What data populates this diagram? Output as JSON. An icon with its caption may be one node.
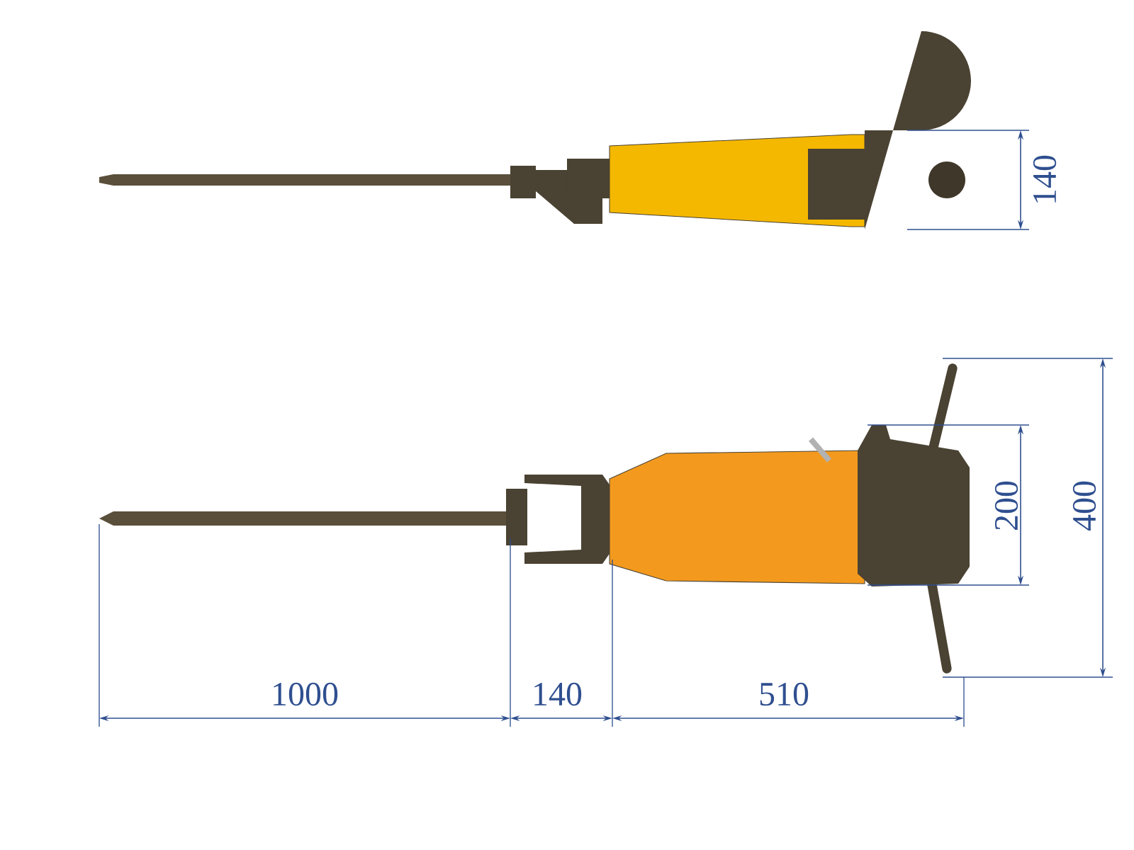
{
  "diagram": {
    "labels": [
      "140",
      "200",
      "400",
      "1000",
      "140",
      "510"
    ]
  }
}
